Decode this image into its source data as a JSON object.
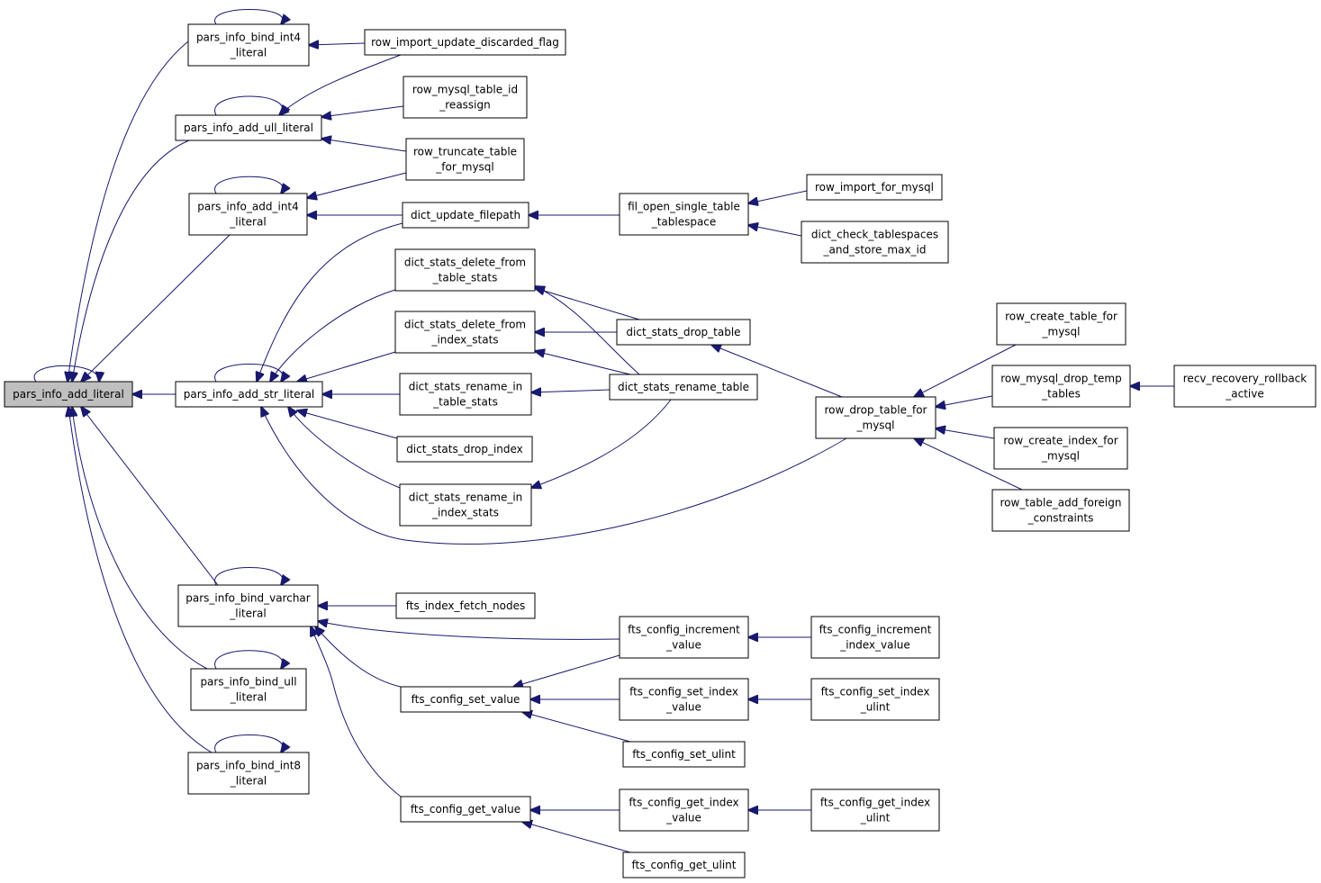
{
  "graph": {
    "edge_color": "#191970",
    "root_fill": "#bfbfbf",
    "nodes": {
      "add_literal": [
        "pars_info_add_literal"
      ],
      "bind_int4": [
        "pars_info_bind_int4",
        "_literal"
      ],
      "add_ull": [
        "pars_info_add_ull_literal"
      ],
      "add_int4": [
        "pars_info_add_int4",
        "_literal"
      ],
      "add_str": [
        "pars_info_add_str_literal"
      ],
      "bind_varchar": [
        "pars_info_bind_varchar",
        "_literal"
      ],
      "bind_ull": [
        "pars_info_bind_ull",
        "_literal"
      ],
      "bind_int8": [
        "pars_info_bind_int8",
        "_literal"
      ],
      "row_import_upd": [
        "row_import_update_discarded_flag"
      ],
      "row_mysql_table_id": [
        "row_mysql_table_id",
        "_reassign"
      ],
      "row_truncate": [
        "row_truncate_table",
        "_for_mysql"
      ],
      "dict_update_fp": [
        "dict_update_filepath"
      ],
      "dss_del_table": [
        "dict_stats_delete_from",
        "_table_stats"
      ],
      "dss_del_index": [
        "dict_stats_delete_from",
        "_index_stats"
      ],
      "dss_ren_table": [
        "dict_stats_rename_in",
        "_table_stats"
      ],
      "dss_drop_index": [
        "dict_stats_drop_index"
      ],
      "dss_ren_index": [
        "dict_stats_rename_in",
        "_index_stats"
      ],
      "fts_index_fetch": [
        "fts_index_fetch_nodes"
      ],
      "fts_set_value": [
        "fts_config_set_value"
      ],
      "fts_get_value": [
        "fts_config_get_value"
      ],
      "fil_open": [
        "fil_open_single_table",
        "_tablespace"
      ],
      "row_import_mysql": [
        "row_import_for_mysql"
      ],
      "dict_check_ts": [
        "dict_check_tablespaces",
        "_and_store_max_id"
      ],
      "dss_drop_table": [
        "dict_stats_drop_table"
      ],
      "dss_rename_table": [
        "dict_stats_rename_table"
      ],
      "row_drop_table": [
        "row_drop_table_for",
        "_mysql"
      ],
      "row_create_table": [
        "row_create_table_for",
        "_mysql"
      ],
      "row_mysql_drop_temp": [
        "row_mysql_drop_temp",
        "_tables"
      ],
      "recv_recovery": [
        "recv_recovery_rollback",
        "_active"
      ],
      "row_create_index": [
        "row_create_index_for",
        "_mysql"
      ],
      "row_table_add_fk": [
        "row_table_add_foreign",
        "_constraints"
      ],
      "fts_incr_value": [
        "fts_config_increment",
        "_value"
      ],
      "fts_incr_index": [
        "fts_config_increment",
        "_index_value"
      ],
      "fts_set_index_value": [
        "fts_config_set_index",
        "_value"
      ],
      "fts_set_index_ulint": [
        "fts_config_set_index",
        "_ulint"
      ],
      "fts_set_ulint": [
        "fts_config_set_ulint"
      ],
      "fts_get_index_value": [
        "fts_config_get_index",
        "_value"
      ],
      "fts_get_index_ulint": [
        "fts_config_get_index",
        "_ulint"
      ],
      "fts_get_ulint": [
        "fts_config_get_ulint"
      ]
    }
  }
}
